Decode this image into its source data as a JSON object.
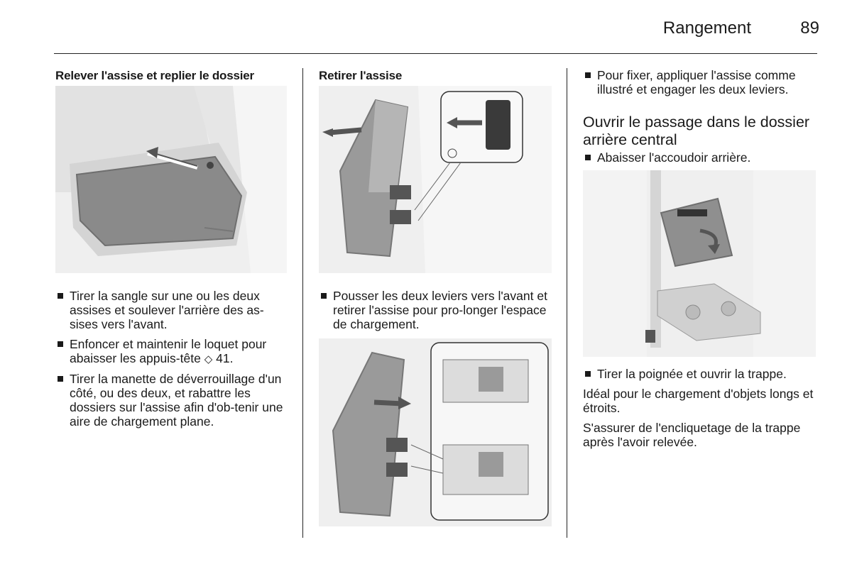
{
  "header": {
    "title": "Rangement",
    "page_number": "89"
  },
  "col1": {
    "subheading": "Relever l'assise et replier le dossier",
    "bullets": [
      "Tirer la sangle sur une ou les deux assises et soulever l'arrière des as-sises vers l'avant.",
      "Tirer la manette de déverrouillage d'un côté, ou des deux, et rabattre les dossiers sur l'assise afin d'ob-tenir une aire de chargement plane."
    ],
    "bullet_ref": {
      "before": "Enfoncer et maintenir le loquet pour abaisser les appuis-tête ",
      "icon": "reference-arrow-icon",
      "symbol": "◇",
      "after": " 41."
    }
  },
  "col2": {
    "subheading": "Retirer l'assise",
    "bullets": [
      "Pousser les deux leviers vers l'avant et retirer l'assise pour pro-longer l'espace de chargement."
    ]
  },
  "col3": {
    "bullets_top": [
      "Pour fixer, appliquer l'assise comme illustré et engager les deux leviers."
    ],
    "heading": "Ouvrir le passage dans le dossier arrière central",
    "bullets_mid": [
      "Abaisser l'accoudoir arrière."
    ],
    "bullets_bottom": [
      "Tirer la poignée et ouvrir la trappe."
    ],
    "paragraphs": [
      "Idéal pour le chargement d'objets longs et étroits.",
      "S'assurer de l'encliquetage de la trappe après l'avoir relevée."
    ]
  },
  "colors": {
    "text": "#1a1a1a",
    "figure_background": "#ececec",
    "seat_gray": "#8a8a8a"
  }
}
